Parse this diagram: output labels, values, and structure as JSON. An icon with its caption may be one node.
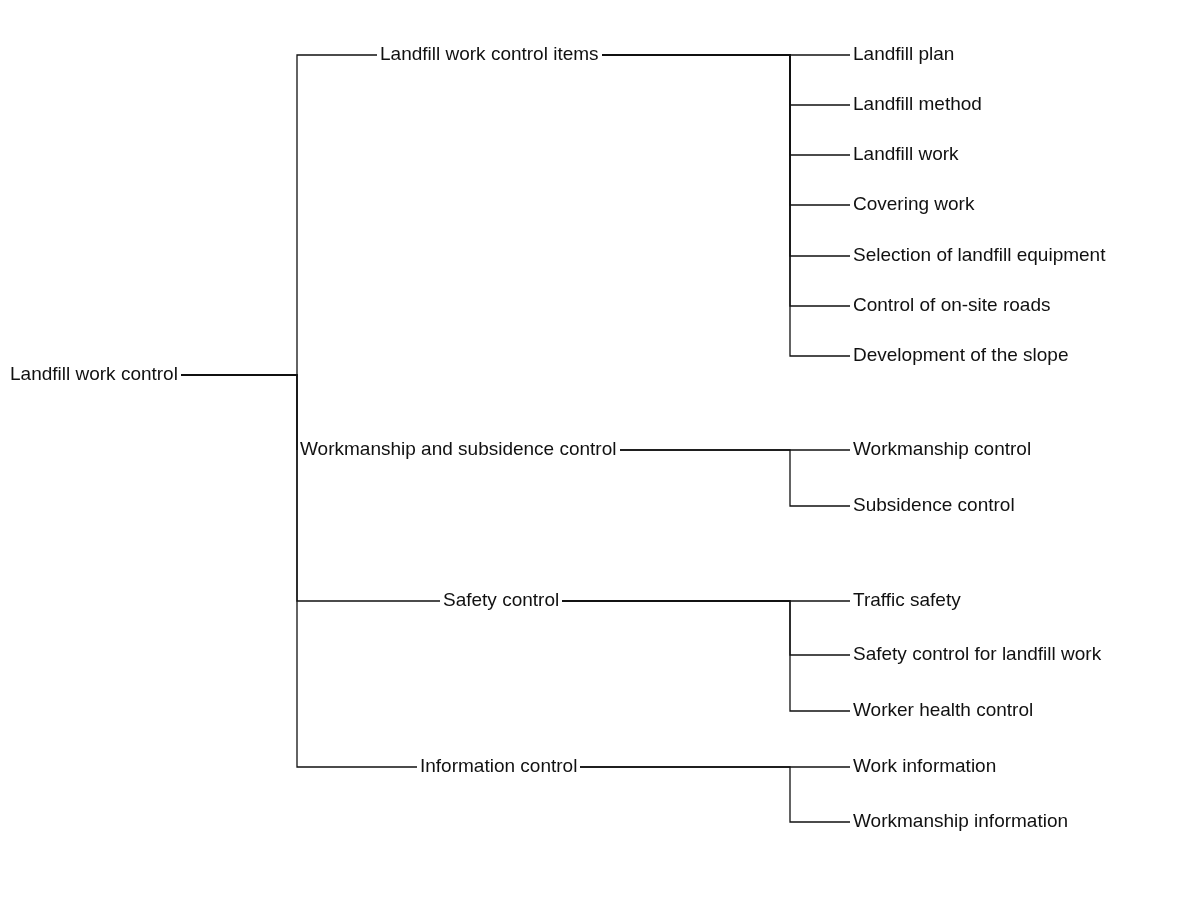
{
  "diagram": {
    "nodes": [
      {
        "text": [
          "Landfill work control"
        ]
      },
      {
        "text": [
          "Landfill work control items"
        ]
      },
      {
        "text": [
          "Landfill plan"
        ]
      },
      {
        "text": [
          "Landfill method"
        ]
      },
      {
        "text": [
          "Landfill work"
        ]
      },
      {
        "text": [
          "Covering work"
        ]
      },
      {
        "text": [
          "Selection of landfill equipment"
        ]
      },
      {
        "text": [
          "Control of on-site roads"
        ]
      },
      {
        "text": [
          "Development of the slope"
        ]
      },
      {
        "text": [
          "Workmanship and subsidence control"
        ]
      },
      {
        "text": [
          "Workmanship control"
        ]
      },
      {
        "text": [
          "Subsidence control"
        ]
      },
      {
        "text": [
          "Safety control"
        ]
      },
      {
        "text": [
          "Traffic safety"
        ]
      },
      {
        "text": [
          "Safety control for landfill work"
        ]
      },
      {
        "text": [
          "Worker health control"
        ]
      },
      {
        "text": [
          "Information control"
        ]
      },
      {
        "text": [
          "Work information"
        ]
      },
      {
        "text": [
          "Workmanship information"
        ]
      }
    ],
    "edges": [
      {
        "from": 0,
        "to": 1,
        "arrow": "none"
      },
      {
        "from": 0,
        "to": 9,
        "arrow": "none"
      },
      {
        "from": 0,
        "to": 12,
        "arrow": "none"
      },
      {
        "from": 0,
        "to": 16,
        "arrow": "none"
      },
      {
        "from": 1,
        "to": 2,
        "arrow": "none"
      },
      {
        "from": 1,
        "to": 3,
        "arrow": "none"
      },
      {
        "from": 1,
        "to": 4,
        "arrow": "none"
      },
      {
        "from": 1,
        "to": 5,
        "arrow": "none"
      },
      {
        "from": 1,
        "to": 6,
        "arrow": "none"
      },
      {
        "from": 1,
        "to": 7,
        "arrow": "none"
      },
      {
        "from": 1,
        "to": 8,
        "arrow": "none"
      },
      {
        "from": 9,
        "to": 10,
        "arrow": "none"
      },
      {
        "from": 9,
        "to": 11,
        "arrow": "none"
      },
      {
        "from": 12,
        "to": 13,
        "arrow": "none"
      },
      {
        "from": 12,
        "to": 14,
        "arrow": "none"
      },
      {
        "from": 12,
        "to": 15,
        "arrow": "none"
      },
      {
        "from": 16,
        "to": 17,
        "arrow": "none"
      },
      {
        "from": 16,
        "to": 18,
        "arrow": "none"
      }
    ]
  }
}
